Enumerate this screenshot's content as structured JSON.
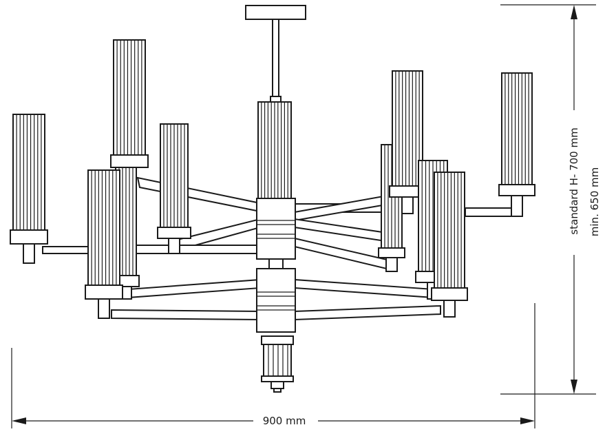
{
  "dimensions": {
    "width_label": "900 mm",
    "height_label_standard": "standard H- 700 mm",
    "height_label_min": "min. 650 mm"
  },
  "colors": {
    "line": "#1a1a1a",
    "background": "#ffffff"
  }
}
